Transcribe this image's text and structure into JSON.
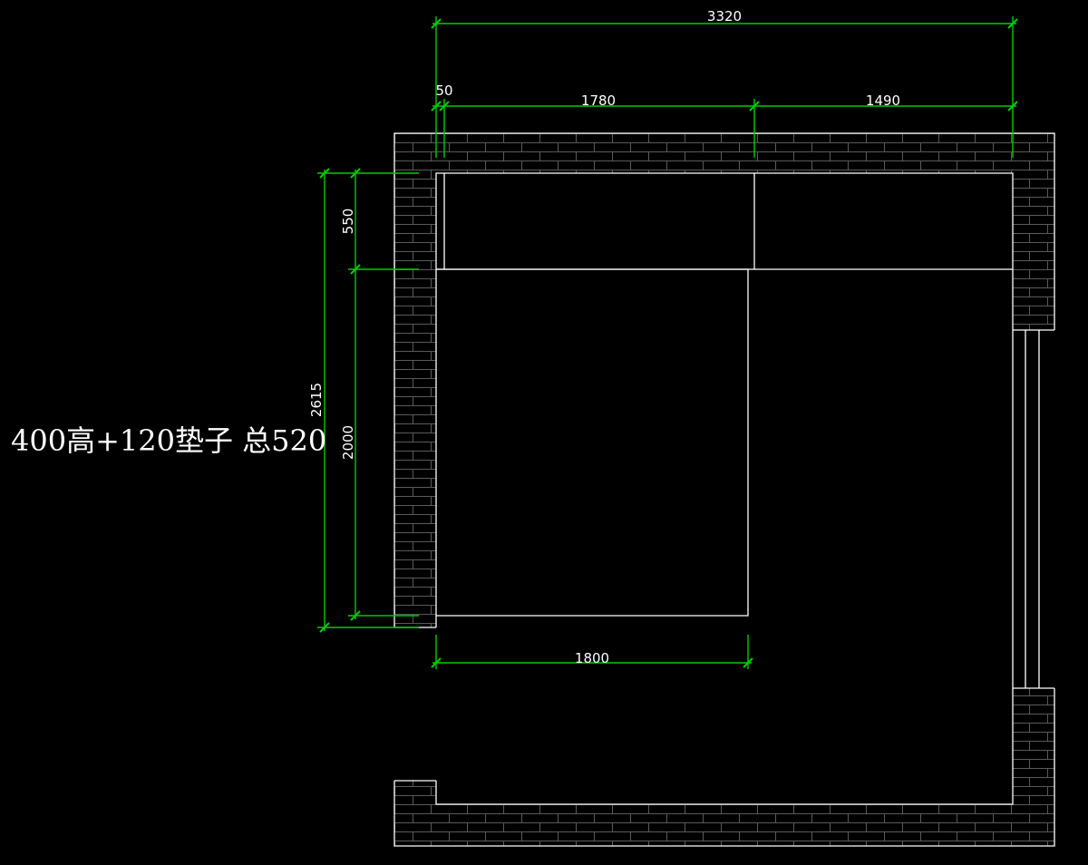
{
  "plan": {
    "note": "400高+120垫子 总520",
    "dimensions": {
      "overall_width": "3320",
      "wall_offset": "50",
      "cabinet_left": "1780",
      "cabinet_right": "1490",
      "overall_height": "2615",
      "cabinet_depth": "550",
      "bed_length": "2000",
      "bed_width": "1800"
    }
  },
  "colors": {
    "background": "#000000",
    "outline": "#ffffff",
    "dimension": "#00cc00",
    "brick": "#5a5a5a"
  }
}
